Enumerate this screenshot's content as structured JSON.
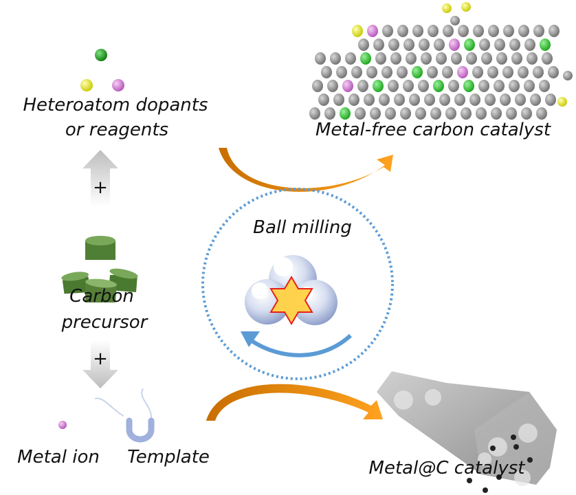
{
  "labels": {
    "heteroatom_line1": "Heteroatom dopants",
    "heteroatom_line2": "or reagents",
    "metal_free": "Metal-free carbon catalyst",
    "ball_milling": "Ball milling",
    "carbon_line1": "Carbon",
    "carbon_line2": "precursor",
    "metal_ion": "Metal ion",
    "template": "Template",
    "metal_c": "Metal@C catalyst",
    "plus_top": "+",
    "plus_bottom": "+"
  },
  "colors": {
    "orange_arrow": "#f39a1e",
    "blue_arrow": "#5b9bd5",
    "carbon_green": "#4f7f34",
    "dopant_green": "#1aa31a",
    "dopant_yellow": "#e6e600",
    "dopant_pink": "#d27ad6",
    "star_fill": "#ffd24d",
    "star_stroke": "#e8201b"
  }
}
